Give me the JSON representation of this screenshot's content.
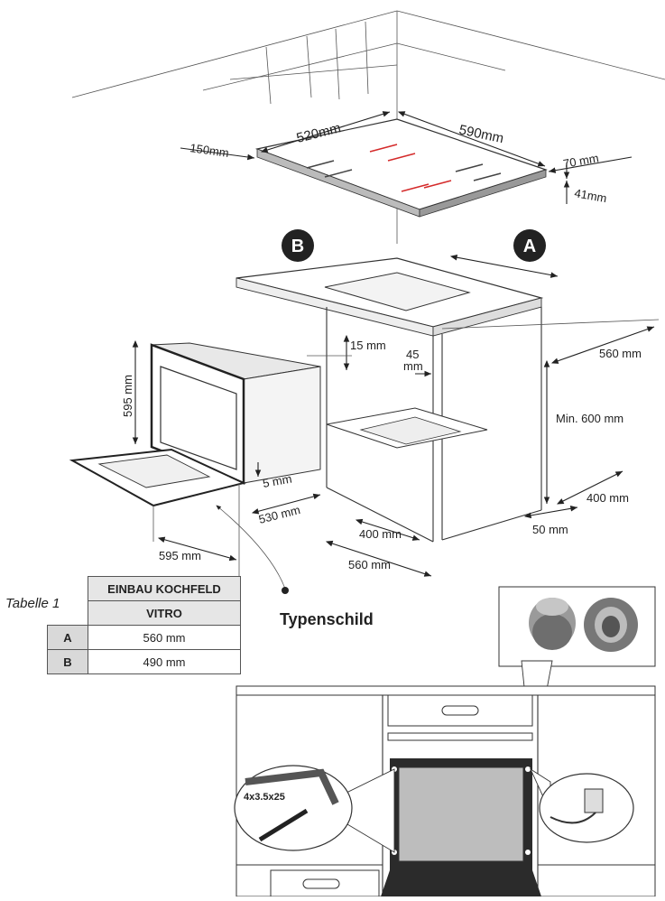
{
  "labels": {
    "hob_depth": "520mm",
    "hob_width": "590mm",
    "wall_gap": "150mm",
    "side_gap": "70 mm",
    "hob_height": "41mm",
    "marker_a": "A",
    "marker_b": "B",
    "gap_15": "15 mm",
    "gap_45_top": "45",
    "gap_45_bot": "mm",
    "oven_height": "595 mm",
    "depth_560": "560 mm",
    "min_600": "Min. 600 mm",
    "gap_5": "5 mm",
    "depth_530": "530 mm",
    "right_400": "400 mm",
    "right_50": "50 mm",
    "floor_400": "400 mm",
    "floor_560": "560 mm",
    "oven_width": "595 mm",
    "typenschild": "Typenschild",
    "screw": "4x3.5x25"
  },
  "table": {
    "caption": "Tabelle 1",
    "header1": "EINBAU KOCHFELD",
    "header2": "VITRO",
    "rows": [
      {
        "key": "A",
        "value": "560 mm"
      },
      {
        "key": "B",
        "value": "490 mm"
      }
    ]
  },
  "colors": {
    "hob_zone_red": "#d42a2a",
    "line": "#333333",
    "shade": "#d9d9d9"
  }
}
